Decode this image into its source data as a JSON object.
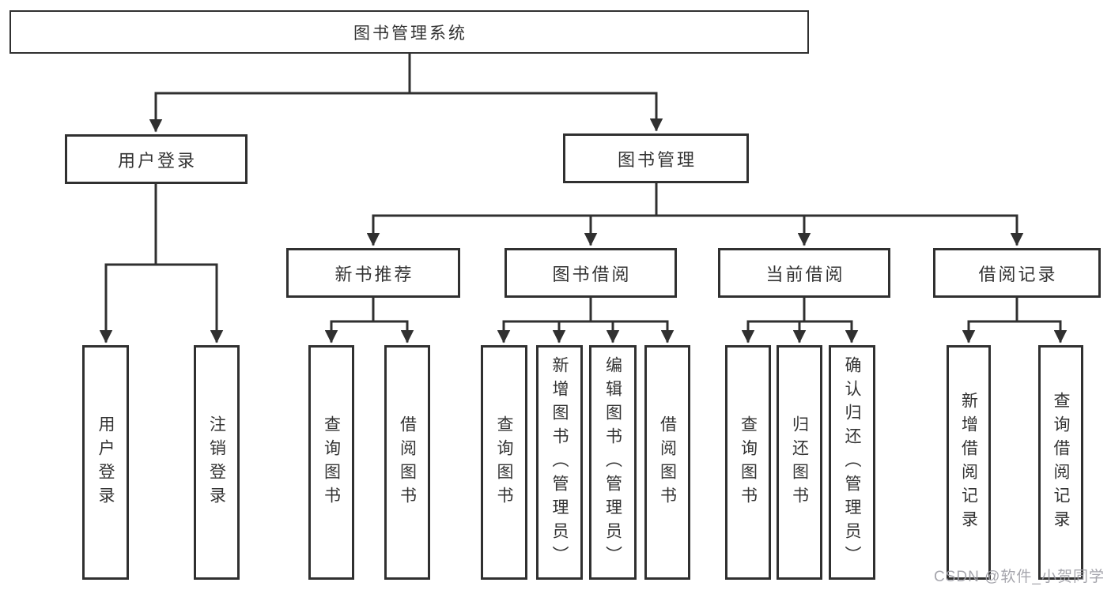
{
  "diagram": {
    "label": "图书管理系统",
    "children": [
      {
        "label": "用户登录",
        "children": [
          {
            "label": "用户登录"
          },
          {
            "label": "注销登录"
          }
        ]
      },
      {
        "label": "图书管理",
        "children": [
          {
            "label": "新书推荐",
            "children": [
              {
                "label": "查询图书"
              },
              {
                "label": "借阅图书"
              }
            ]
          },
          {
            "label": "图书借阅",
            "children": [
              {
                "label": "查询图书"
              },
              {
                "label": "新增图书（管理员）"
              },
              {
                "label": "编辑图书（管理员）"
              },
              {
                "label": "借阅图书"
              }
            ]
          },
          {
            "label": "当前借阅",
            "children": [
              {
                "label": "查询图书"
              },
              {
                "label": "归还图书"
              },
              {
                "label": "确认归还（管理员）"
              }
            ]
          },
          {
            "label": "借阅记录",
            "children": [
              {
                "label": "新增借阅记录"
              },
              {
                "label": "查询借阅记录"
              }
            ]
          }
        ]
      }
    ]
  },
  "watermark": {
    "text": "CSDN @软件_小贺同学"
  },
  "colors": {
    "line": "#303030",
    "text": "#333333",
    "background": "#ffffff",
    "watermark": "#9e9ea6"
  }
}
